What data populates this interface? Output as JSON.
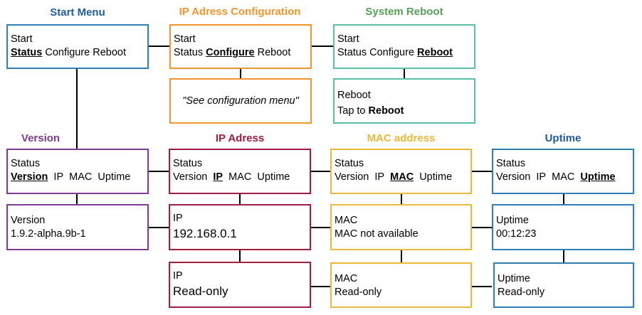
{
  "colors": {
    "blue": "#1f5c99",
    "orange": "#f0962d",
    "green": "#58a05a",
    "teal": "#5abfa8",
    "purple": "#7e3d8f",
    "crimson": "#a01c40",
    "gold": "#e8b93b",
    "steel": "#2f7fb5",
    "line": "#000000"
  },
  "titles": {
    "start_menu": "Start Menu",
    "ip_config": "IP Adress Configuration",
    "system_reboot": "System Reboot",
    "version": "Version",
    "ip_address": "IP Adress",
    "mac_address": "MAC address",
    "uptime": "Uptime"
  },
  "boxes": {
    "start": {
      "line1": "Start",
      "status": "Status",
      "configure": "Configure",
      "reboot": "Reboot"
    },
    "config": {
      "line1": "Start",
      "status": "Status",
      "configure": "Configure",
      "reboot": "Reboot"
    },
    "config_detail": {
      "text": "\"See configuration menu\""
    },
    "reboot": {
      "line1": "Start",
      "status": "Status",
      "configure": "Configure",
      "reboot": "Reboot"
    },
    "reboot_detail": {
      "line1": "Reboot",
      "tap": "Tap to",
      "action": "Reboot"
    },
    "version_menu": {
      "line1": "Status",
      "version": "Version",
      "ip": "IP",
      "mac": "MAC",
      "uptime": "Uptime"
    },
    "version_value": {
      "label": "Version",
      "value": "1.9.2-alpha.9b-1"
    },
    "ip_menu": {
      "line1": "Status",
      "version": "Version",
      "ip": "IP",
      "mac": "MAC",
      "uptime": "Uptime"
    },
    "ip_value": {
      "label": "IP",
      "value": "192.168.0.1"
    },
    "ip_readonly": {
      "label": "IP",
      "value": "Read-only"
    },
    "mac_menu": {
      "line1": "Status",
      "version": "Version",
      "ip": "IP",
      "mac": "MAC",
      "uptime": "Uptime"
    },
    "mac_value": {
      "label": "MAC",
      "value": "MAC not available"
    },
    "mac_readonly": {
      "label": "MAC",
      "value": "Read-only"
    },
    "uptime_menu": {
      "line1": "Status",
      "version": "Version",
      "ip": "IP",
      "mac": "MAC",
      "uptime": "Uptime"
    },
    "uptime_value": {
      "label": "Uptime",
      "value": "00:12:23"
    },
    "uptime_readonly": {
      "label": "Uptime",
      "value": "Read-only"
    }
  }
}
